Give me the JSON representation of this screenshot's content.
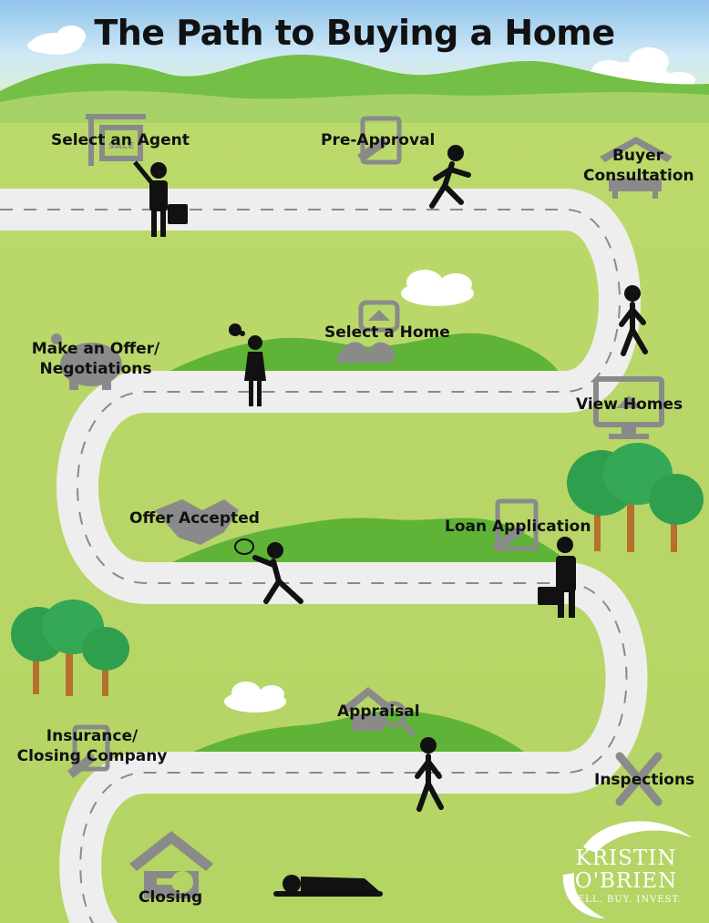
{
  "title": "The Path to Buying a Home",
  "steps": [
    {
      "label": "Select an Agent"
    },
    {
      "label": "Pre-Approval"
    },
    {
      "label": "Buyer Consultation",
      "lines": [
        "Buyer",
        "Consultation"
      ]
    },
    {
      "label": "Select a Home"
    },
    {
      "label": "Make an Offer/ Negotiations",
      "lines": [
        "Make an Offer/",
        "Negotiations"
      ]
    },
    {
      "label": "View Homes"
    },
    {
      "label": "Offer Accepted"
    },
    {
      "label": "Loan Application"
    },
    {
      "label": "Appraisal"
    },
    {
      "label": "Insurance/ Closing Company",
      "lines": [
        "Insurance/",
        "Closing Company"
      ]
    },
    {
      "label": "Inspections"
    },
    {
      "label": "Closing"
    }
  ],
  "sign_text": "SALE",
  "brand": {
    "line1": "KRISTIN",
    "line2": "O'BRIEN",
    "tagline": "SELL. BUY. INVEST."
  },
  "colors": {
    "sky": "#8fc4ea",
    "grass": "#b4d464",
    "hill": "#5fb437",
    "road": "#eeeeee",
    "icon_gray": "#8a8a8a",
    "tree": "#2f9f4e",
    "trunk": "#b5702f"
  }
}
